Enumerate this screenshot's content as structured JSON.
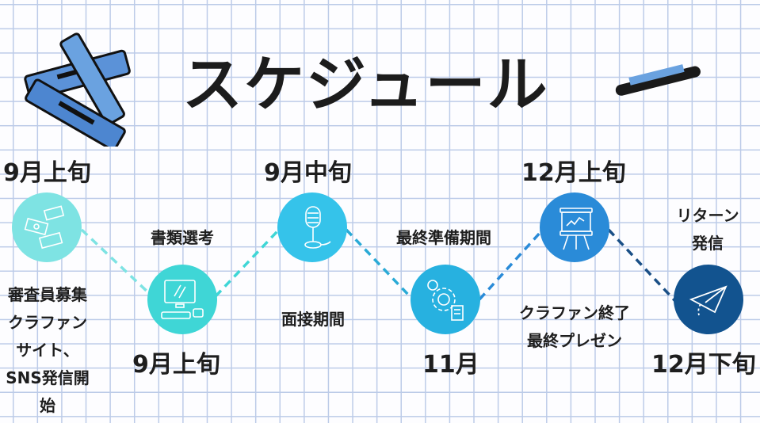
{
  "title": "スケジュール",
  "colors": [
    "#7ee3e3",
    "#3fd6d6",
    "#35c3ea",
    "#27b1e0",
    "#2a8bd8",
    "#12538f"
  ],
  "steps": [
    {
      "date": "9月上旬",
      "desc": [
        "審査員募集",
        "クラファン",
        "サイト、",
        "SNS発信開",
        "始"
      ],
      "icon": "money-icon"
    },
    {
      "date": "9月上旬",
      "desc": [
        "書類選考"
      ],
      "icon": "computer-icon"
    },
    {
      "date": "9月中旬",
      "desc": [
        "面接期間"
      ],
      "icon": "microphone-icon"
    },
    {
      "date": "11月",
      "desc": [
        "最終準備期間"
      ],
      "icon": "gear-document-icon"
    },
    {
      "date": "12月上旬",
      "desc": [
        "クラファン終了",
        "最終プレゼン"
      ],
      "icon": "presentation-board-icon"
    },
    {
      "date": "12月下旬",
      "desc": [
        "リターン",
        "発信"
      ],
      "icon": "paper-plane-icon"
    }
  ]
}
